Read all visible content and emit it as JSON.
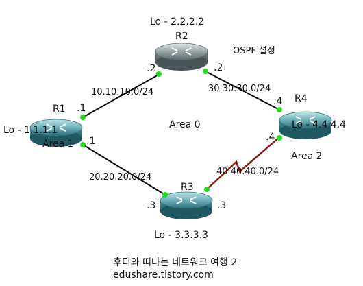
{
  "title": "OSPF 설정",
  "footer": {
    "line1": "후티와 떠나는 네트워크 여행 2",
    "line2": "edushare.tistory.com"
  },
  "routers": [
    {
      "id": "R1",
      "name": "R1",
      "loopback": "Lo - 1.1.1.1"
    },
    {
      "id": "R2",
      "name": "R2",
      "loopback": "Lo - 2.2.2.2"
    },
    {
      "id": "R3",
      "name": "R3",
      "loopback": "Lo - 3.3.3.3"
    },
    {
      "id": "R4",
      "name": "R4",
      "loopback": "Lo - 4.4.4.4"
    }
  ],
  "links": [
    {
      "id": "r1-r2",
      "network": "10.10.10.0/24",
      "type": "ethernet",
      "end_a": ".1",
      "end_b": ".2"
    },
    {
      "id": "r2-r4",
      "network": "30.30.30.0/24",
      "type": "ethernet",
      "end_a": ".2",
      "end_b": ".4"
    },
    {
      "id": "r1-r3",
      "network": "20.20.20.0/24",
      "type": "ethernet",
      "end_a": ".1",
      "end_b": ".3"
    },
    {
      "id": "r3-r4",
      "network": "40.40.40.0/24",
      "type": "serial",
      "end_a": ".3",
      "end_b": ".4"
    }
  ],
  "areas": [
    {
      "id": "area0",
      "label": "Area 0"
    },
    {
      "id": "area1",
      "label": "Area 1"
    },
    {
      "id": "area2",
      "label": "Area 2"
    }
  ],
  "colors": {
    "ethernet": "#000000",
    "serial": "#8b1a1a",
    "interface_dot": "#22dd22",
    "router_body": "#5a9ea8",
    "router_body_r2": "#8e9a9c"
  }
}
